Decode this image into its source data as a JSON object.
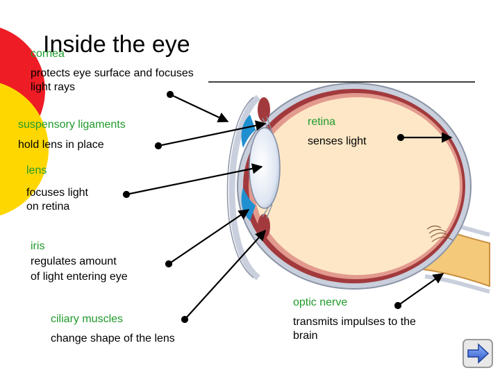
{
  "slide": {
    "title": "Inside the eye"
  },
  "labels": {
    "cornea": {
      "term": "cornea",
      "desc": [
        "protects eye surface and focuses",
        "light rays"
      ]
    },
    "suspensory_ligaments": {
      "term": "suspensory ligaments",
      "desc": [
        "hold lens in place"
      ]
    },
    "lens": {
      "term": "lens",
      "desc": [
        "focuses light",
        "on retina"
      ]
    },
    "iris": {
      "term": "iris",
      "desc": [
        "regulates amount",
        "of light entering eye"
      ]
    },
    "ciliary_muscles": {
      "term": "ciliary muscles",
      "desc": [
        "change shape of the lens"
      ]
    },
    "retina": {
      "term": "retina",
      "desc": [
        "senses light"
      ]
    },
    "optic_nerve": {
      "term": "optic nerve",
      "desc": [
        "transmits impulses to the",
        "brain"
      ]
    }
  },
  "colors": {
    "term_text": "#1f9a2c",
    "accent_red": "#ee1c24",
    "accent_yellow": "#ffd700",
    "sclera_outer": "#c9cfdc",
    "choroid": "#a23a3d",
    "vitreous": "#fde7c6",
    "iris_blue": "#1f8fcf",
    "nerve": "#f5c97a"
  },
  "nav": {
    "icon": "next-arrow-icon"
  }
}
